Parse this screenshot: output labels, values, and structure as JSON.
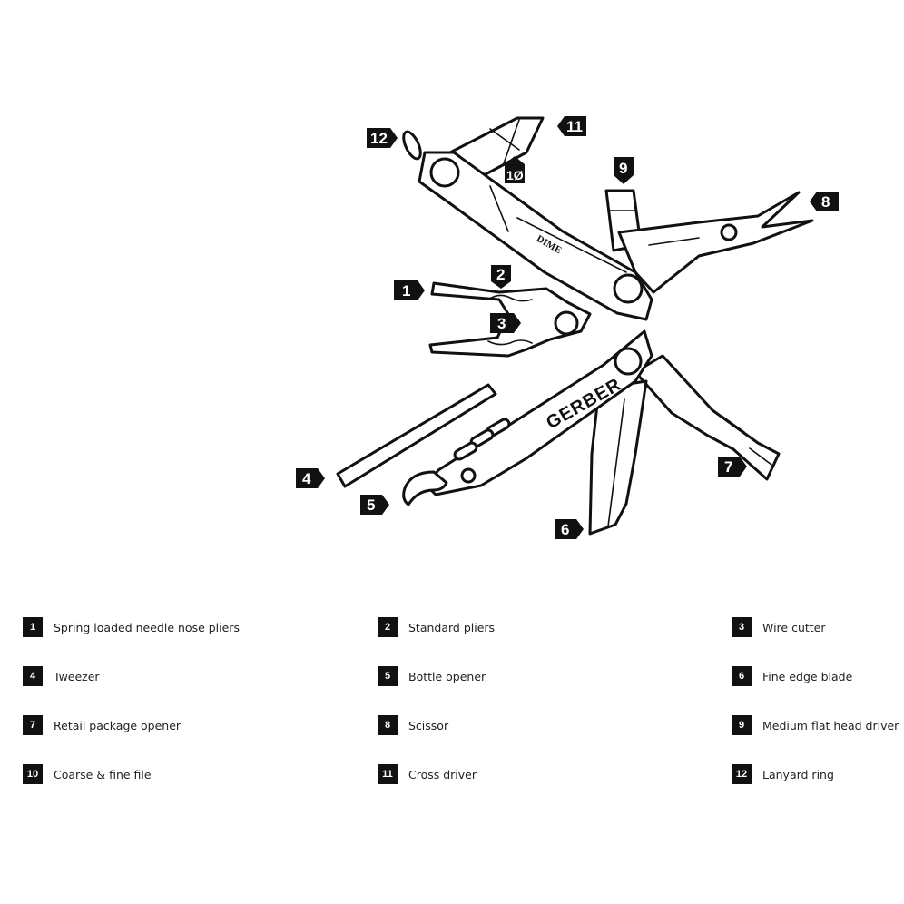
{
  "product": {
    "brand": "GERBER",
    "model": "DIME"
  },
  "callouts": [
    "1",
    "2",
    "3",
    "4",
    "5",
    "6",
    "7",
    "8",
    "9",
    "1Ø",
    "11",
    "12"
  ],
  "legend": [
    {
      "number": "1",
      "label": "Spring loaded needle nose pliers"
    },
    {
      "number": "2",
      "label": "Standard pliers"
    },
    {
      "number": "3",
      "label": "Wire cutter"
    },
    {
      "number": "4",
      "label": "Tweezer"
    },
    {
      "number": "5",
      "label": "Bottle opener"
    },
    {
      "number": "6",
      "label": "Fine edge blade"
    },
    {
      "number": "7",
      "label": "Retail package opener"
    },
    {
      "number": "8",
      "label": "Scissor"
    },
    {
      "number": "9",
      "label": "Medium flat head driver"
    },
    {
      "number": "10",
      "label": "Coarse & fine file"
    },
    {
      "number": "11",
      "label": "Cross driver"
    },
    {
      "number": "12",
      "label": "Lanyard ring"
    }
  ]
}
